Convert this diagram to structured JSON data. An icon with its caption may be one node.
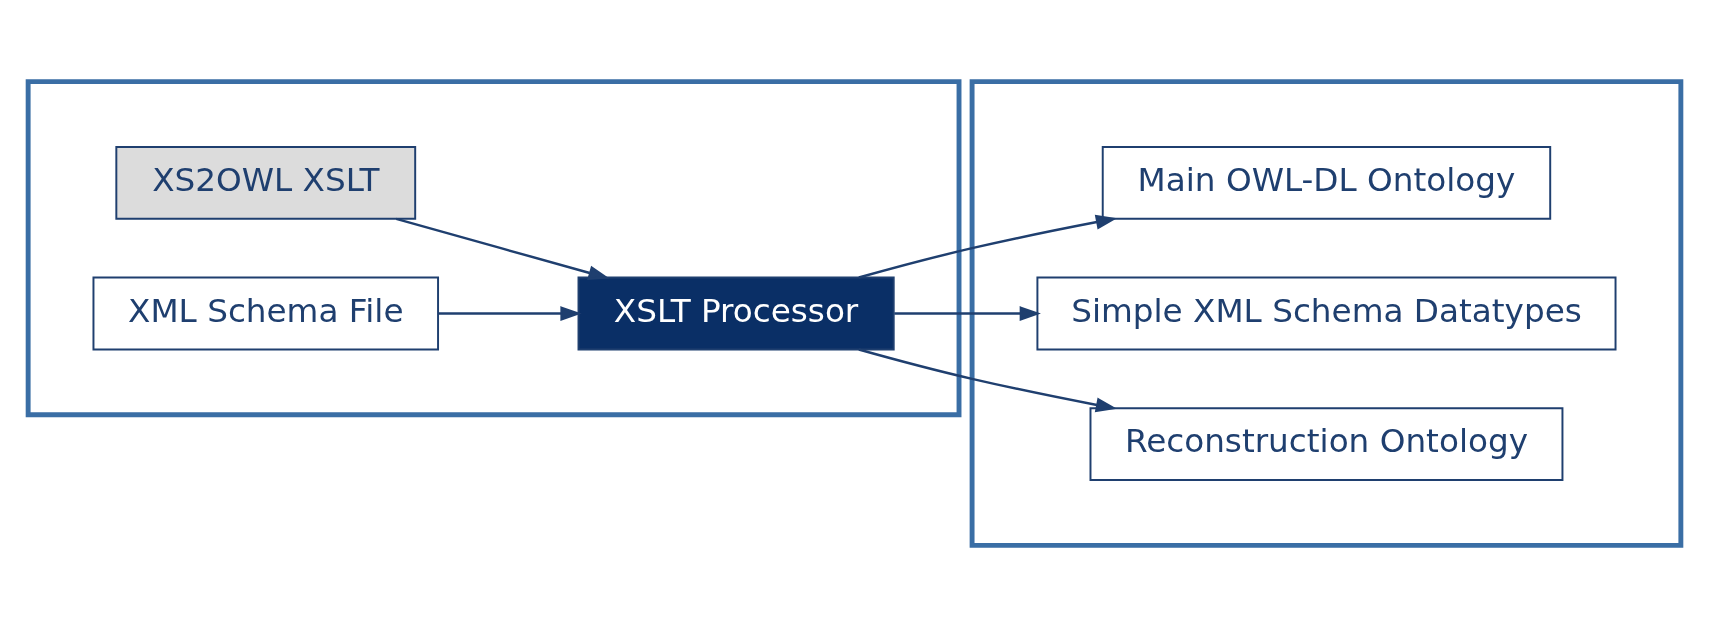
{
  "diagram": {
    "nodes": [
      {
        "text": [],
        "shape": "box"
      },
      {
        "text": [],
        "shape": "box"
      },
      {
        "text": [
          "XS2OWL XSLT"
        ],
        "in": 0
      },
      {
        "text": [
          "XML Schema File"
        ],
        "in": 0
      },
      {
        "text": [
          "XSLT Processor"
        ],
        "in": 0
      },
      {
        "text": [
          "Main OWL-DL Ontology"
        ],
        "in": 1
      },
      {
        "text": [
          "Simple XML Schema Datatypes"
        ],
        "in": 1
      },
      {
        "text": [
          "Reconstruction Ontology"
        ],
        "in": 1
      }
    ],
    "edges": [
      {
        "from": 2,
        "to": 4,
        "arrow": "to"
      },
      {
        "from": 3,
        "to": 4,
        "arrow": "to"
      },
      {
        "from": 4,
        "to": 5,
        "arrow": "to"
      },
      {
        "from": 4,
        "to": 6,
        "arrow": "to"
      },
      {
        "from": 4,
        "to": 7,
        "arrow": "to"
      }
    ]
  }
}
